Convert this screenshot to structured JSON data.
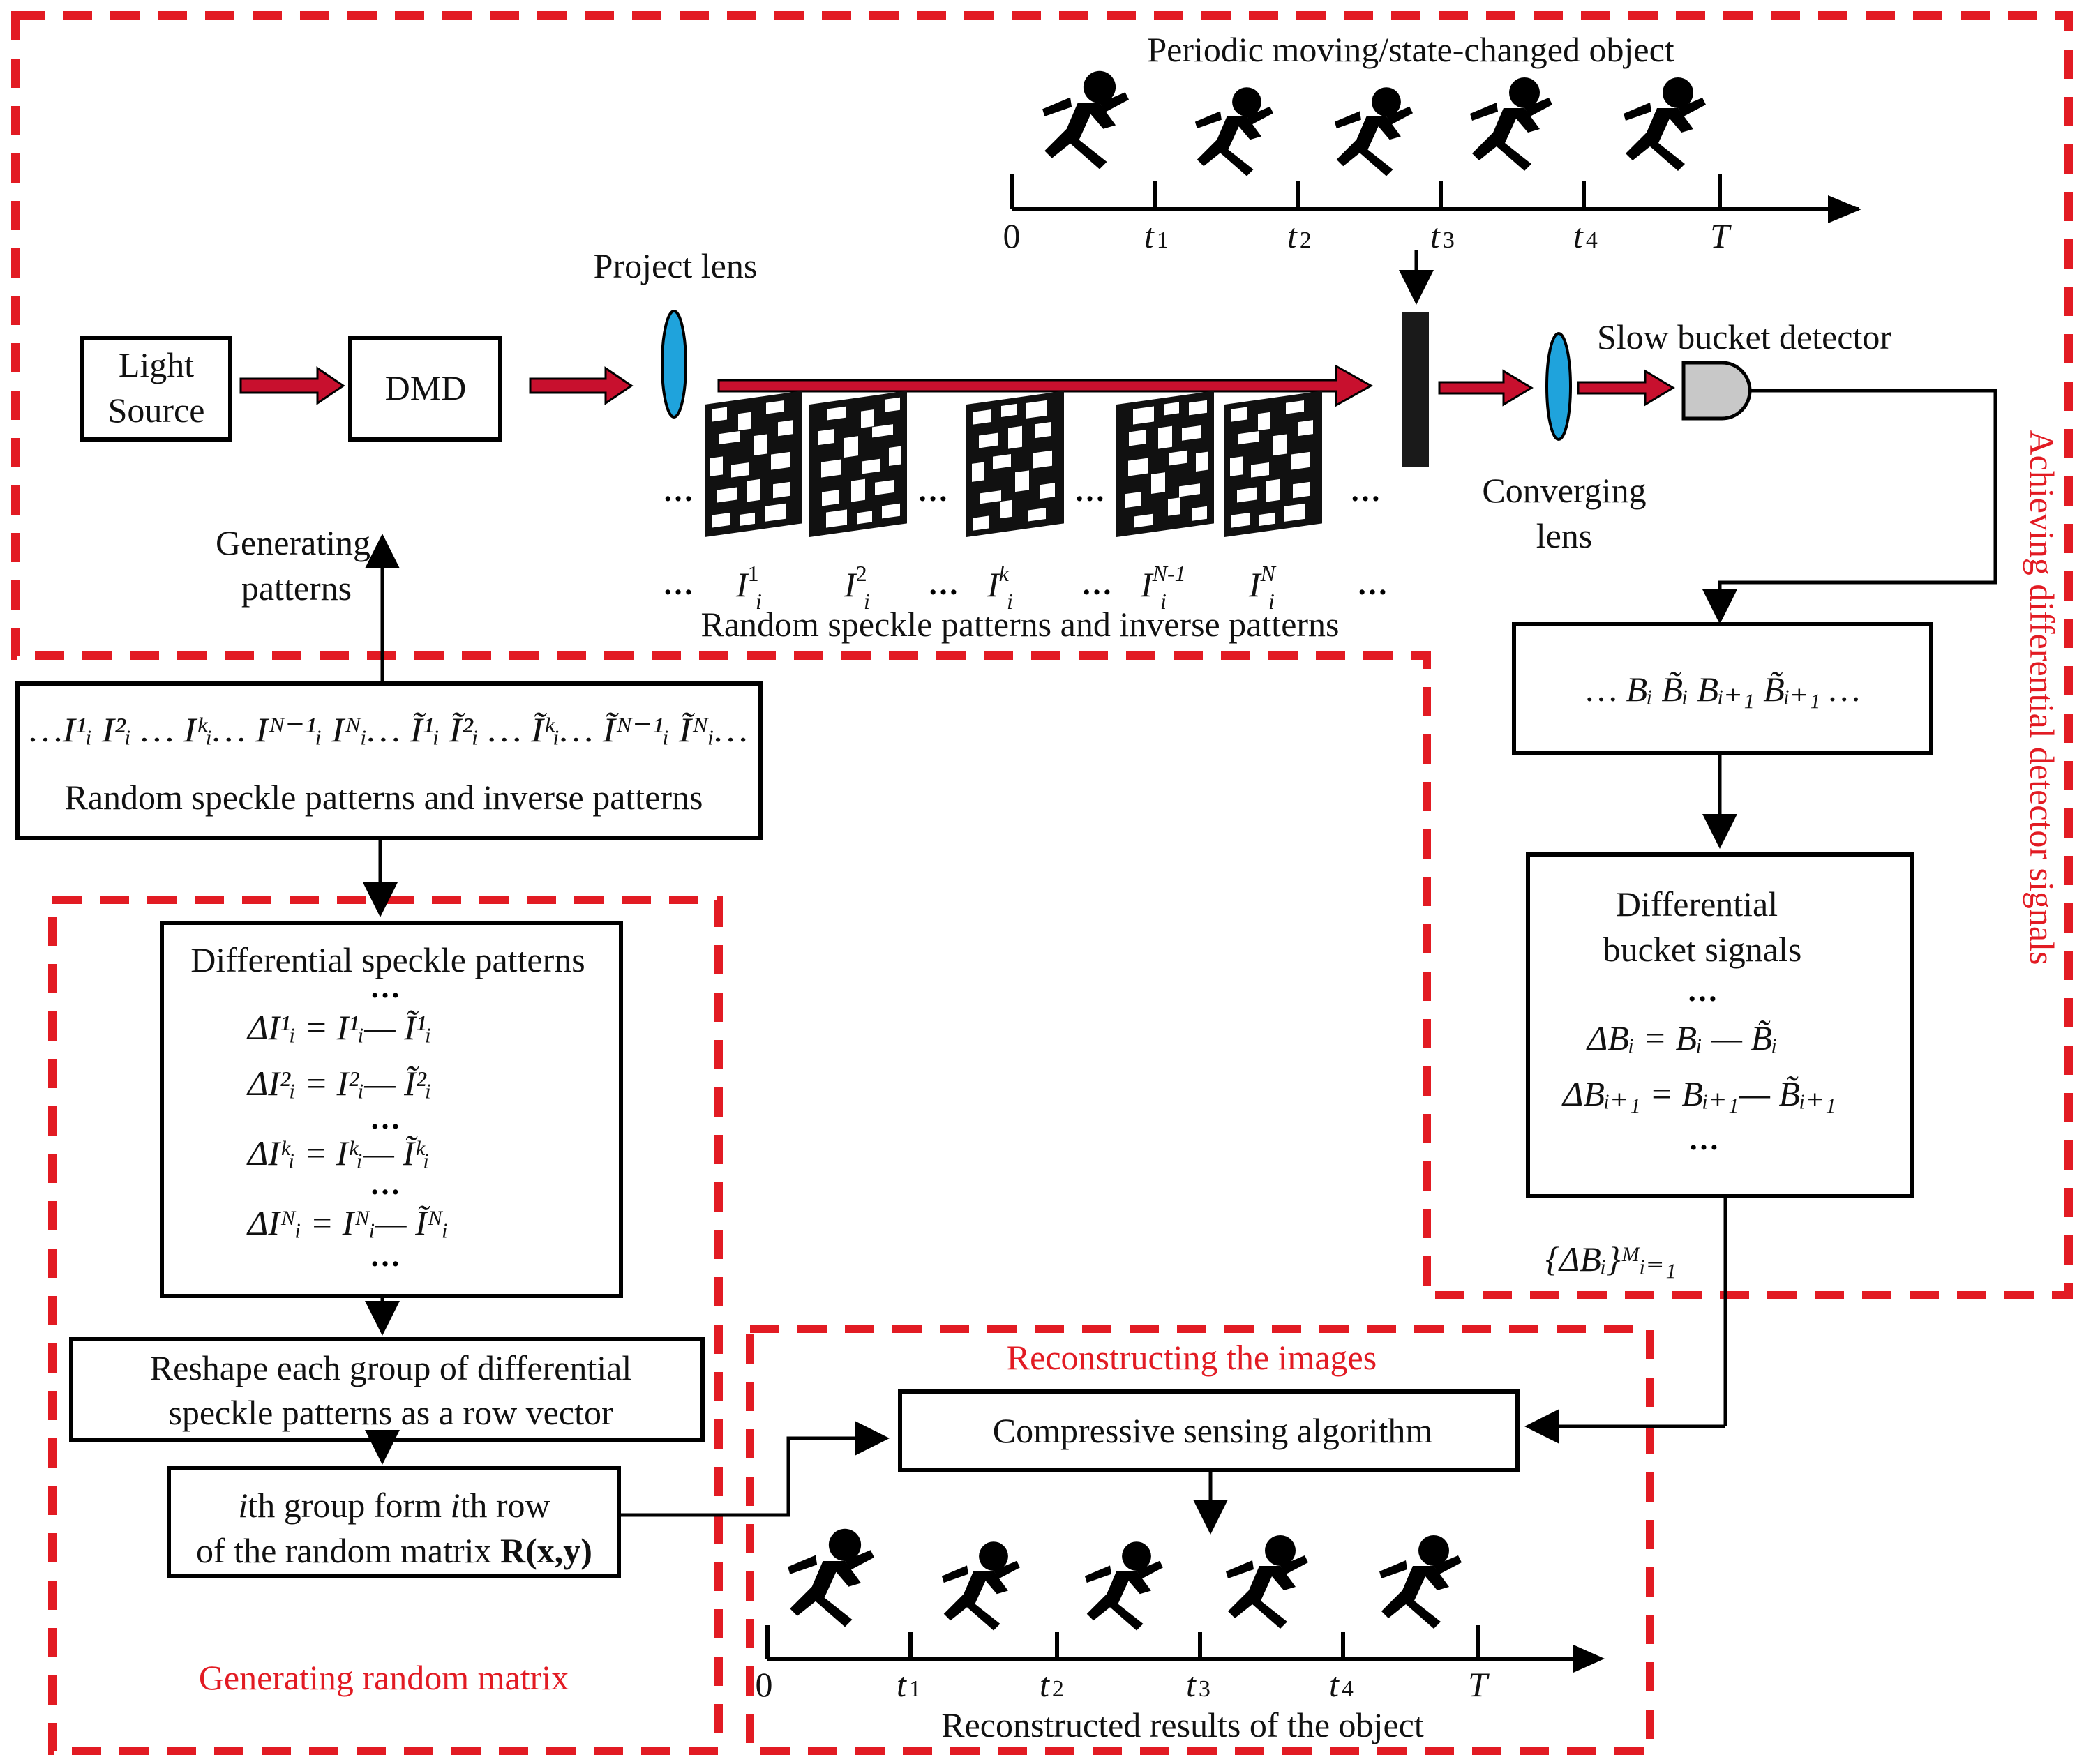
{
  "regions": {
    "detector_signals": "Achieving differential detector signals",
    "random_matrix": "Generating random matrix",
    "reconstruction": "Reconstructing the images"
  },
  "top": {
    "object_title": "Periodic moving/state-changed object",
    "light_source": [
      "Light",
      "Source"
    ],
    "dmd": "DMD",
    "project_lens": "Project lens",
    "slow_bucket_detector": "Slow bucket detector",
    "converging_lens": [
      "Converging",
      "lens"
    ],
    "generating_patterns": [
      "Generating",
      "patterns"
    ],
    "patterns_caption": "Random speckle patterns and inverse patterns",
    "ellipsis": "…"
  },
  "time_axis": {
    "origin": "0",
    "ticks": [
      {
        "base": "t",
        "sub": "1"
      },
      {
        "base": "t",
        "sub": "2"
      },
      {
        "base": "t",
        "sub": "3"
      },
      {
        "base": "t",
        "sub": "4"
      }
    ],
    "end": "T"
  },
  "pattern_labels": [
    {
      "base": "I",
      "sup": "1",
      "sub": "i"
    },
    {
      "base": "I",
      "sup": "2",
      "sub": "i"
    },
    {
      "base": "I",
      "sup": "k",
      "sub": "i"
    },
    {
      "base": "I",
      "sup": "N-1",
      "sub": "i"
    },
    {
      "base": "I",
      "sup": "N",
      "sub": "i"
    }
  ],
  "sequence_box": {
    "sequence": "…I¹ᵢ I²ᵢ … Iᵏᵢ… Iᴺ⁻¹ᵢ Iᴺᵢ… Ĩ¹ᵢ Ĩ²ᵢ … Ĩᵏᵢ… Ĩᴺ⁻¹ᵢ Ĩᴺᵢ…",
    "caption": "Random speckle patterns and inverse patterns"
  },
  "signals_box": {
    "content": "… Bᵢ B̃ᵢ Bᵢ₊₁ B̃ᵢ₊₁ …"
  },
  "diff_signals_box": {
    "title": [
      "Differential",
      "bucket signals"
    ],
    "dots": "…",
    "equations": [
      "ΔBᵢ = Bᵢ — B̃ᵢ",
      "ΔBᵢ₊₁ = Bᵢ₊₁— B̃ᵢ₊₁"
    ]
  },
  "set_label": "{ΔBᵢ}ᴹᵢ₌₁",
  "diff_patterns_box": {
    "title": "Differential speckle patterns",
    "dots": "…",
    "equations": [
      "ΔI¹ᵢ = I¹ᵢ— Ĩ¹ᵢ",
      "ΔI²ᵢ = I²ᵢ— Ĩ²ᵢ",
      "ΔIᵏᵢ = Iᵏᵢ— Ĩᵏᵢ",
      "ΔIᴺᵢ = Iᴺᵢ— Ĩᴺᵢ"
    ]
  },
  "reshape_box": [
    "Reshape each group of differential",
    "speckle patterns as a row vector"
  ],
  "row_box": {
    "line1_prefix": "i",
    "line1_mid": "th group form ",
    "line1_i": "i",
    "line1_end": "th row",
    "line2": "of the random matrix ",
    "matrix": "R(x,y)"
  },
  "cs_box": "Compressive sensing algorithm",
  "reconstructed_caption": "Reconstructed results of the object",
  "colors": {
    "dashed_border": "#e21b23",
    "arrow_fill": "#c8102e",
    "lens": "#1fa3dc",
    "detector": "#c8c8c8",
    "text_red": "#e21b23"
  }
}
